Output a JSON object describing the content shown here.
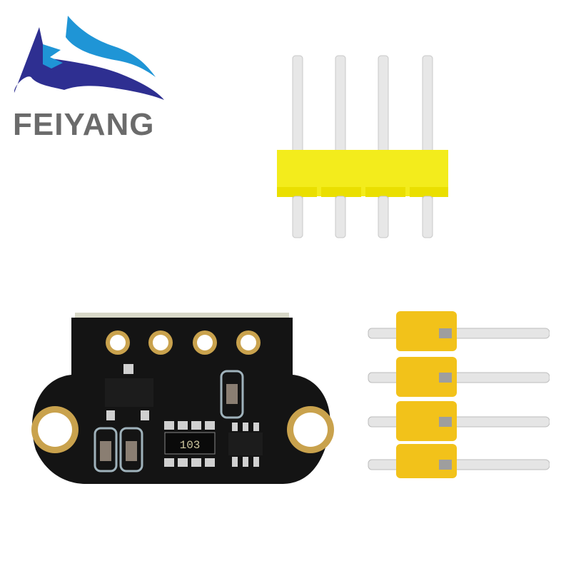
{
  "brand": {
    "name": "FEIYANG",
    "colors": {
      "dark_blue": "#2e2f91",
      "light_blue": "#1f95d6",
      "text_gray": "#6b6b6b"
    }
  },
  "product": {
    "pcb": {
      "color": "#141414",
      "pad_color": "#c9a24d",
      "holes": 4,
      "mounting_holes": 2,
      "resistor_array_marking": "103"
    },
    "straight_header": {
      "pins": 4,
      "color": "#f3ec1c"
    },
    "right_angle_header": {
      "pins": 4,
      "color": "#f2c21a"
    }
  }
}
